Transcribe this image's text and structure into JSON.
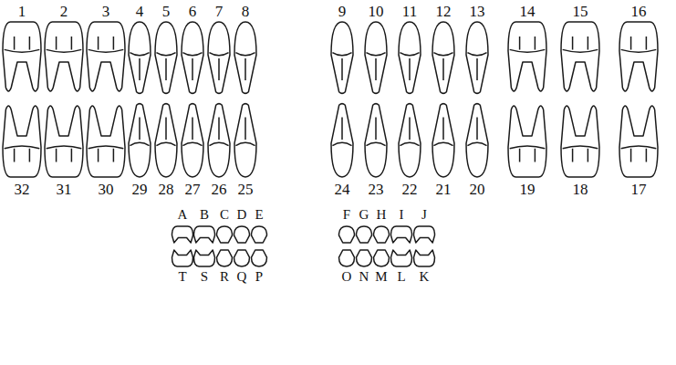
{
  "diagram": {
    "labels": [
      "1",
      "2",
      "3",
      "4",
      "5",
      "6",
      "7",
      "8",
      "9",
      "10",
      "11",
      "12",
      "13",
      "14",
      "15",
      "16",
      "32",
      "31",
      "30",
      "29",
      "28",
      "27",
      "26",
      "25",
      "24",
      "23",
      "22",
      "21",
      "20",
      "19",
      "18",
      "17",
      "A",
      "B",
      "C",
      "D",
      "E",
      "F",
      "G",
      "H",
      "I",
      "J",
      "T",
      "S",
      "R",
      "Q",
      "P",
      "O",
      "N",
      "M",
      "L",
      "K"
    ]
  }
}
